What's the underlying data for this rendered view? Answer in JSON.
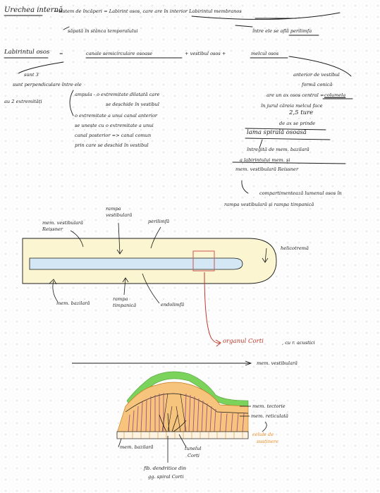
{
  "note": {
    "lines": {
      "title": "Urechea internă",
      "def1": "= sistem de încăperi = Labirint osos, care are în interior Labirintul membranos",
      "sapata": "săpată în stânca temporalului",
      "intre": "între ele se află perilimfa",
      "labirint_osos": "Labirintul osos",
      "egal": "=",
      "canale": "canale semicirculare osoase",
      "plus1": "+ vestibul osos +",
      "melcul": "melcul osos",
      "sunt3": "sunt 3",
      "perp": "sunt perpendiculare între ele",
      "extrem": "au 2 extremități",
      "ampula1": "ampula - o extremitate dilatată care",
      "ampula2": "se deschide în vestibul",
      "ex1": "o extremitate a unui canal anterior",
      "ex2": "se unește cu o extremitate a unui",
      "ex3": "canal posterior => canal comun",
      "ex4": "prin care se deschid în vestibul",
      "anterior": "anterior de vestibul",
      "forma": "formă conică",
      "ax1": "are un ax osos central =",
      "ax2": "columela",
      "jurul1": "în jurul căreia melcul face",
      "jurul2": "2,5 ture",
      "prinde": "de ax se prinde",
      "lama": "lama spirală osoasă",
      "intregita": "întregită de mem. bazilară",
      "labmem": "a labirintului mem. și",
      "memvest": "mem. vestibulară Reissner",
      "comp1": "compartimentează lumenul osos în",
      "comp2": "rampa vestibulară și rampa timpanică"
    },
    "cochlea_labels": {
      "reissner": "mem. vestibulară Reissner",
      "rampa_vest": "rampa vestibulară",
      "perilimfa": "perilimfă",
      "helicotrema": "helicotremă",
      "mem_bazilara": "mem. bazilară",
      "rampa_timp": "rampa timpanică",
      "endolimfa": "endolimfă"
    },
    "corti": {
      "title": "organul Corti",
      "suffix": ", cu r. acustici",
      "mem_vest": "mem. vestibulară",
      "mem_tect": "mem. tectorie",
      "mem_ret": "mem. reticulată",
      "celule1": "celule de",
      "celule2": "susținere",
      "mem_baz": "mem. bazilară",
      "tunel1": "tunelul",
      "tunel2": "Corti",
      "fib1": "fib. dendritice din",
      "fib2": "gg. spiral Corti"
    },
    "colors": {
      "ink": "#1a1a1a",
      "red": "#c0392b",
      "cochlea_fill": "#fbf5d2",
      "duct_fill": "#d3e8f4",
      "tectorial": "#7bd35c",
      "support": "#f0a64a",
      "hair_cells": "#a54f86",
      "orange_label": "#e8891e"
    }
  }
}
